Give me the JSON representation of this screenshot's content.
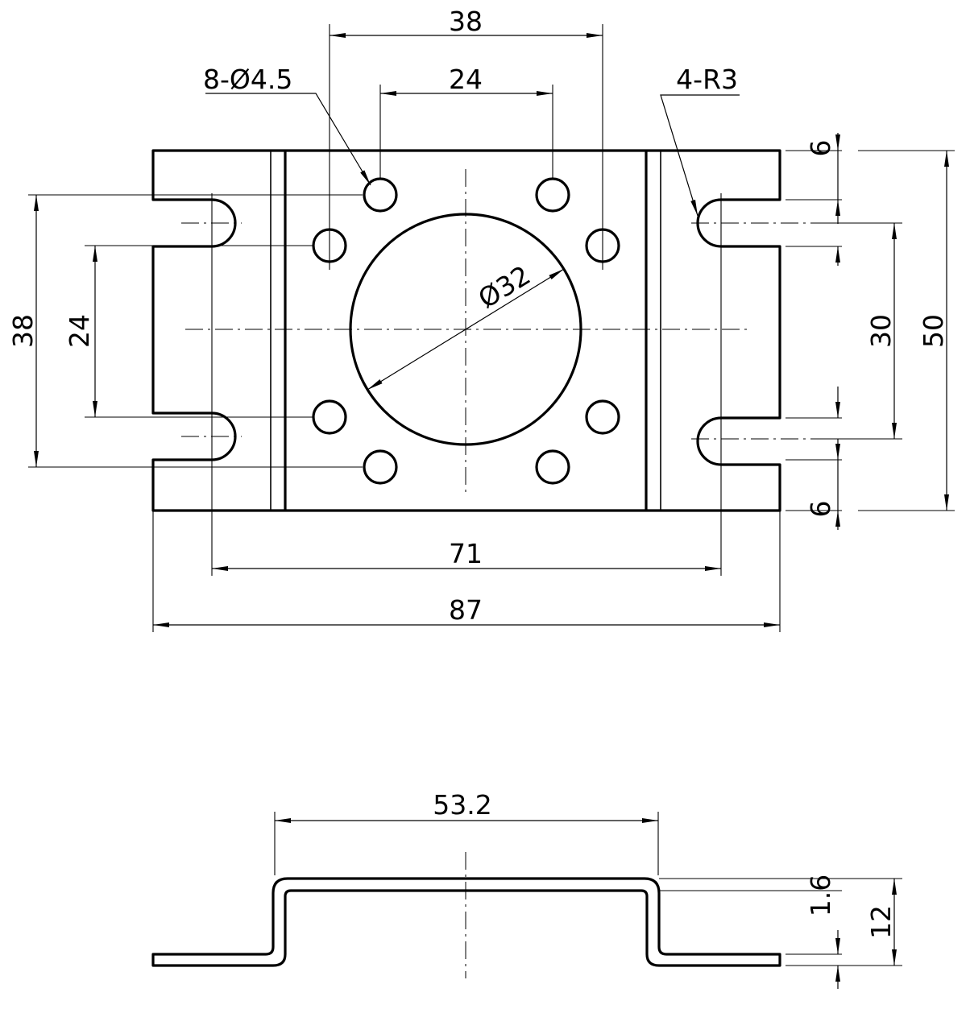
{
  "dimensions": {
    "top_hole_spacing": "38",
    "inner_hole_spacing": "24",
    "hole_callout": "8-Ø4.5",
    "slot_callout": "4-R3",
    "top_edge_offset": "6",
    "bottom_edge_offset": "6",
    "slot_spacing_v": "30",
    "overall_height": "50",
    "left_outer_spacing": "38",
    "left_inner_spacing": "24",
    "bore_diameter": "Ø32",
    "slot_spacing_h": "71",
    "overall_width": "87",
    "profile_span": "53.2",
    "thickness": "1.6",
    "profile_height": "12"
  }
}
